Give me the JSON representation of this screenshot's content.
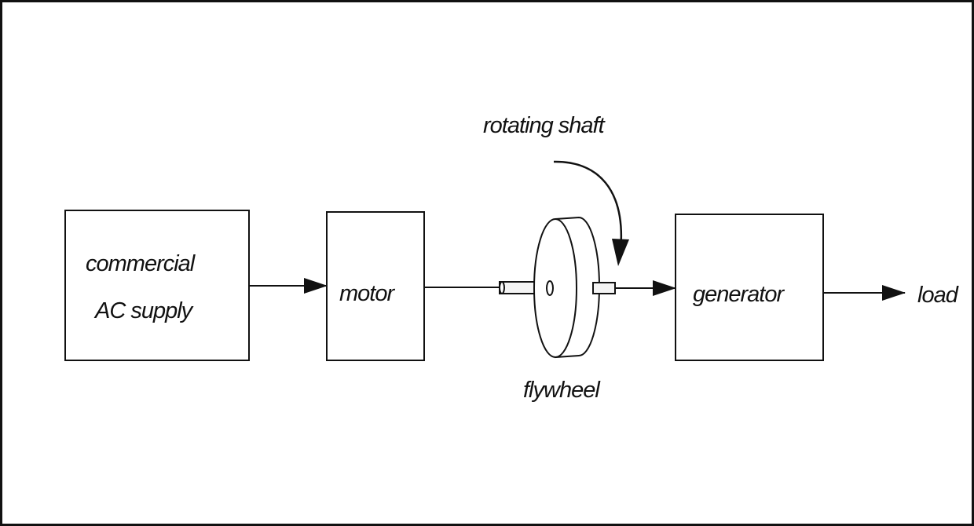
{
  "blocks": {
    "ac_supply": {
      "line1": "commercial",
      "line2": "AC supply"
    },
    "motor": {
      "label": "motor"
    },
    "generator": {
      "label": "generator"
    }
  },
  "labels": {
    "rotating_shaft": "rotating shaft",
    "flywheel": "flywheel",
    "load": "load"
  },
  "colors": {
    "ink": "#111111",
    "background": "#ffffff"
  }
}
